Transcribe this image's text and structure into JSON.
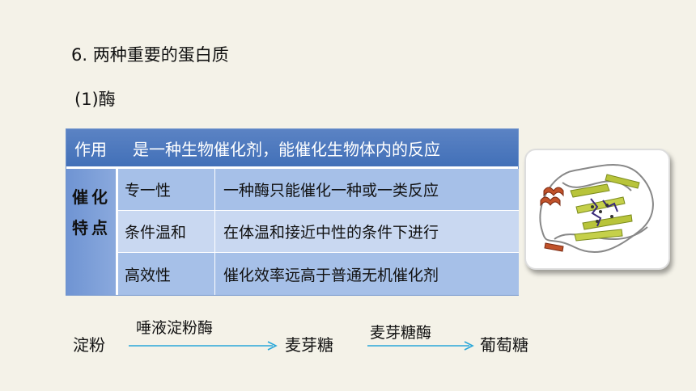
{
  "section_title": "6. 两种重要的蛋白质",
  "sub_title": "(1)酶",
  "table": {
    "header_label": "作用",
    "header_value": "是一种生物催化剂，能催化生物体内的反应",
    "left_label": "催化特点",
    "rows": [
      {
        "property": "专一性",
        "description": "一种酶只能催化一种或一类反应"
      },
      {
        "property": "条件温和",
        "description": "在体温和接近中性的条件下进行"
      },
      {
        "property": "高效性",
        "description": "催化效率远高于普通无机催化剂"
      }
    ]
  },
  "reaction": {
    "substrate": "淀粉",
    "enzyme1": "唾液淀粉酶",
    "intermediate": "麦芽糖",
    "enzyme2": "麦芽糖酶",
    "product": "葡萄糖",
    "arrow_color": "#2aa7d9"
  },
  "image": {
    "name": "enzyme-protein-structure"
  }
}
